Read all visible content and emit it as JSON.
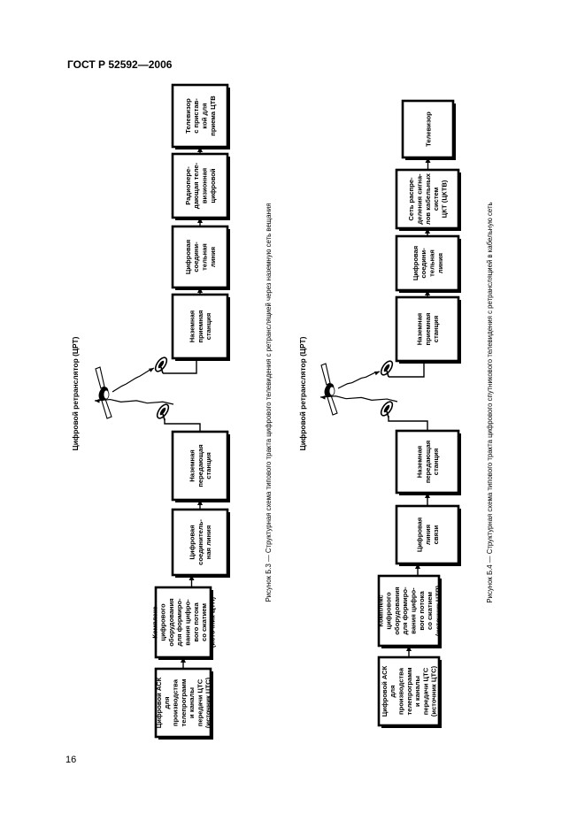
{
  "header": {
    "doc_id": "ГОСТ Р 52592—2006"
  },
  "page_number": "16",
  "figure3": {
    "caption": "Рисунок Б.3 — Структурная схема типового тракта цифрового телевидения с ретрансляцией через наземную сеть вещания",
    "relay_label": "Цифровой ретранслятор (ЦРТ)",
    "boxes": [
      {
        "lines": [
          "Цифровой АСК",
          "для",
          "производства",
          "телепрограмм",
          "и каналы",
          "передачи ЦТС",
          "(источник ЦТС)"
        ]
      },
      {
        "lines": [
          "Комплекс",
          "цифрового",
          "оборудования",
          "для формиро-",
          "вания цифро-",
          "вого потока",
          "со сжатием",
          "(источник ЦТП)"
        ]
      },
      {
        "lines": [
          "Цифровая",
          "соединитель-",
          "ная линия"
        ]
      },
      {
        "lines": [
          "Наземная",
          "передающая",
          "станция"
        ]
      },
      {
        "lines": [
          "Наземная",
          "приемная",
          "станция"
        ]
      },
      {
        "lines": [
          "Цифровая",
          "соедини-",
          "тельная",
          "линия"
        ]
      },
      {
        "lines": [
          "Радиопере-",
          "дающая теле-",
          "визионная",
          "цифровой"
        ]
      },
      {
        "lines": [
          "Телевизор",
          "с пристав-",
          "кой для",
          "приема ЦТВ"
        ]
      }
    ]
  },
  "figure4": {
    "caption": "Рисунок Б.4 — Структурная схема типового тракта цифрового спутникового телевидения с ретрансляцией в кабельную сеть",
    "relay_label": "Цифровой ретранслятор (ЦРТ)",
    "boxes": [
      {
        "lines": [
          "Цифровой АСК",
          "для",
          "производства",
          "телепрограмм",
          "и каналы",
          "передачи ЦТС",
          "(источник ЦТС)"
        ]
      },
      {
        "lines": [
          "Комплекс",
          "цифрового",
          "оборудования",
          "для формиро-",
          "вания цифро-",
          "вого потока",
          "со сжатием",
          "(источник ЦТП)"
        ]
      },
      {
        "lines": [
          "Цифровая",
          "линия",
          "связи"
        ]
      },
      {
        "lines": [
          "Наземная",
          "передающая",
          "станция"
        ]
      },
      {
        "lines": [
          "Наземная",
          "приемная",
          "станция"
        ]
      },
      {
        "lines": [
          "Цифровая",
          "соедини-",
          "тельная",
          "линия"
        ]
      },
      {
        "lines": [
          "Сеть распре-",
          "деления сигна-",
          "лов кабельных",
          "систем",
          "ЦКТ (ЦКТВ)"
        ]
      },
      {
        "lines": [
          "Телевизор"
        ]
      }
    ]
  }
}
